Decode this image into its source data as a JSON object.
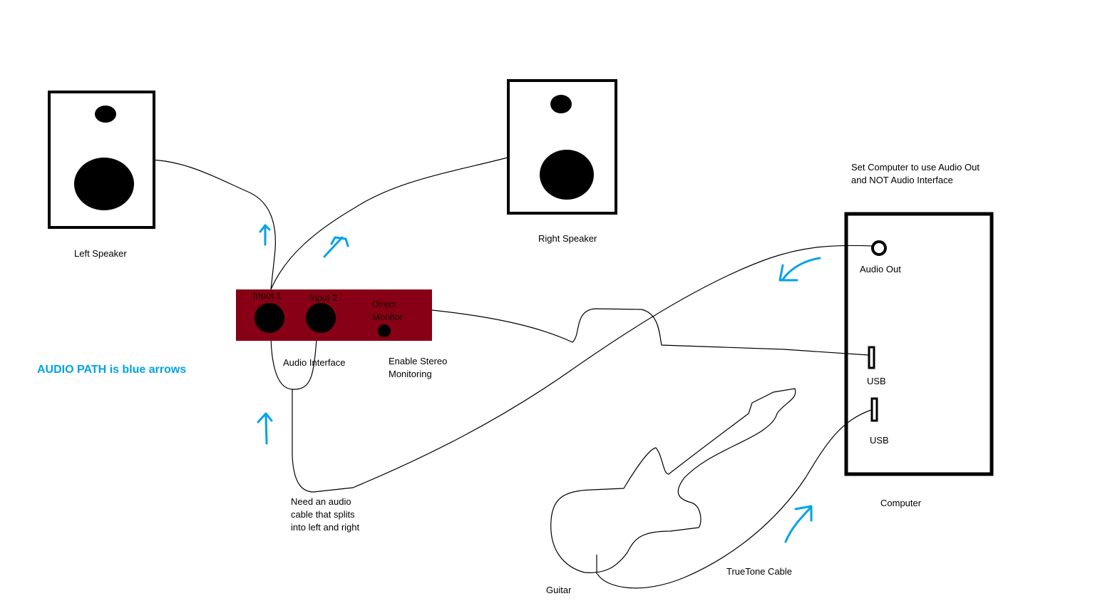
{
  "colors": {
    "interface": "#880015",
    "audio_path": "#00a2e8",
    "line": "#000000"
  },
  "left_speaker": {
    "label": "Left Speaker"
  },
  "right_speaker": {
    "label": "Right Speaker"
  },
  "audio_interface": {
    "label": "Audio Interface",
    "input1": "Input 1",
    "input2": "Input 2",
    "direct_monitor": [
      "Direct",
      "Monitor"
    ],
    "note": [
      "Enable Stereo",
      "Monitoring"
    ]
  },
  "computer": {
    "label": "Computer",
    "note": [
      "Set Computer to use Audio Out",
      "and NOT Audio Interface"
    ],
    "audio_out": "Audio Out",
    "usb1": "USB",
    "usb2": "USB"
  },
  "legend": {
    "text": "AUDIO PATH is blue arrows"
  },
  "cable_note": [
    "Need an audio",
    "cable that splits",
    "into left and right"
  ],
  "guitar": {
    "label": "Guitar"
  },
  "truetone": {
    "label": "TrueTone Cable"
  }
}
